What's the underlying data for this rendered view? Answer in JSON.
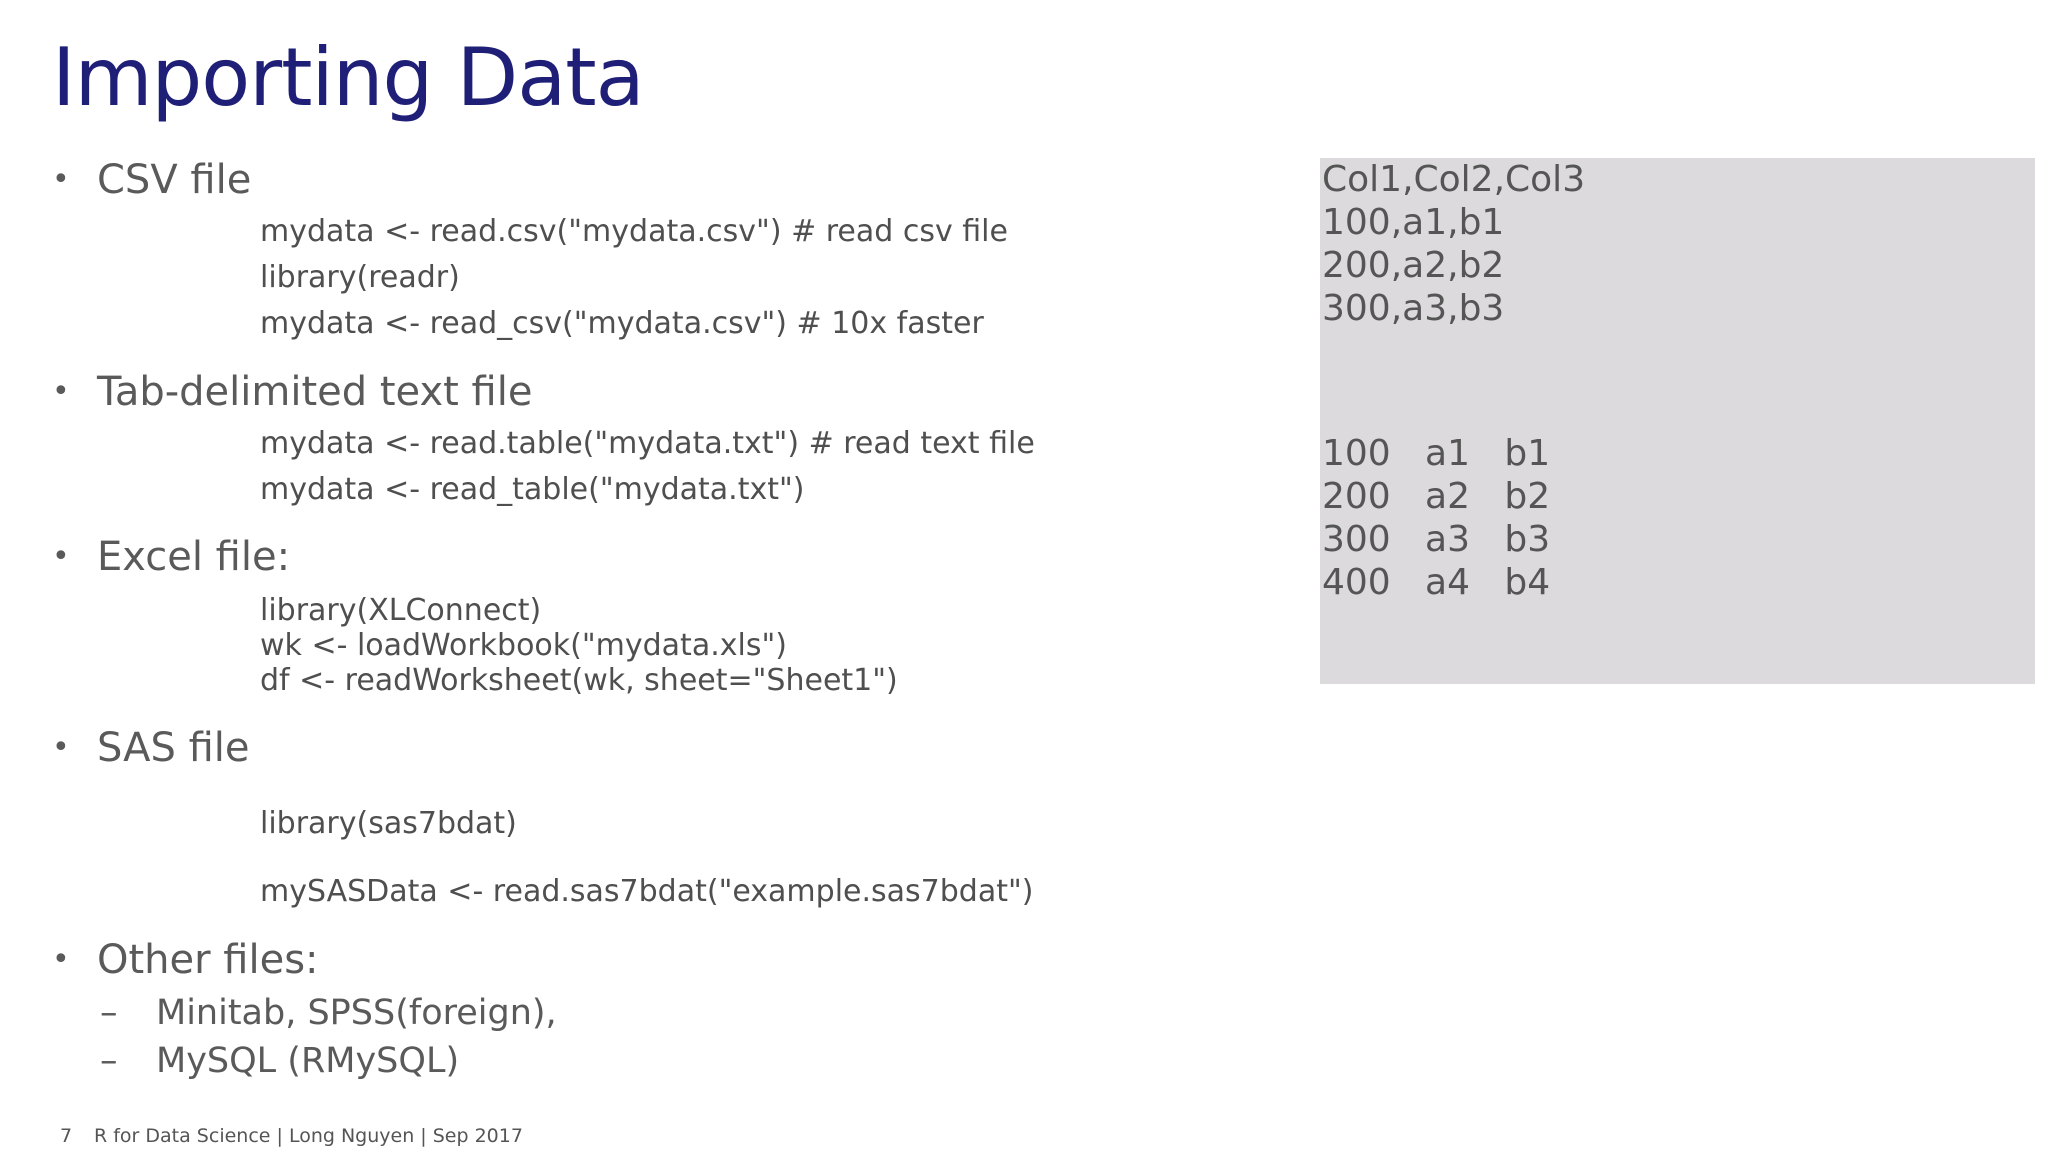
{
  "title": "Importing Data",
  "bullet_glyph": "•",
  "dash_glyph": "–",
  "sections": {
    "csv": {
      "label": "CSV file",
      "code": [
        "mydata <- read.csv(\"mydata.csv\")  # read csv file",
        "library(readr)",
        "mydata <- read_csv(\"mydata.csv\")  # 10x faster"
      ]
    },
    "tab": {
      "label": "Tab-delimited text file",
      "code": [
        "mydata <- read.table(\"mydata.txt\")  # read text file",
        " mydata <- read_table(\"mydata.txt\")"
      ]
    },
    "excel": {
      "label": "Excel file:",
      "code": [
        "library(XLConnect)",
        "wk <- loadWorkbook(\"mydata.xls\")",
        "df <- readWorksheet(wk, sheet=\"Sheet1\")"
      ]
    },
    "sas": {
      "label": "SAS file",
      "code": [
        "library(sas7bdat)",
        "mySASData <- read.sas7bdat(\"example.sas7bdat\")"
      ]
    },
    "other": {
      "label": "Other files:",
      "items": [
        "Minitab, SPSS(foreign),",
        "MySQL (RMySQL)"
      ]
    }
  },
  "sample_panel": {
    "csv_lines": [
      "Col1,Col2,Col3",
      "100,a1,b1",
      "200,a2,b2",
      "300,a3,b3"
    ],
    "tab_lines": [
      "100   a1   b1",
      "200   a2   b2",
      "300   a3   b3",
      "400   a4   b4"
    ]
  },
  "footer": {
    "page_number": "7",
    "text": "R for Data Science | Long Nguyen | Sep 2017"
  },
  "colors": {
    "title": "#1f1f78",
    "text": "#5a5a5a",
    "panel_bg": "#dcdadd"
  }
}
